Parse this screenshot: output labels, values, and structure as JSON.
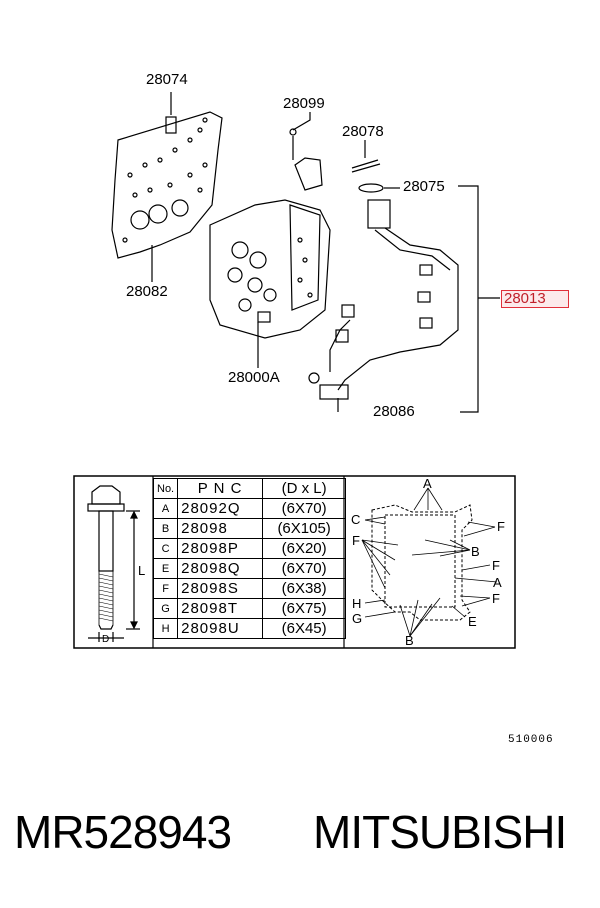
{
  "callouts": {
    "c28074": "28074",
    "c28099": "28099",
    "c28078": "28078",
    "c28075": "28075",
    "c28082": "28082",
    "c28013": "28013",
    "c28000a": "28000A",
    "c28086": "28086"
  },
  "table": {
    "headers": [
      "No.",
      "P N C",
      "(D x L)"
    ],
    "rows": [
      {
        "no": "A",
        "pnc": "28092Q",
        "dl": "(6X70)"
      },
      {
        "no": "B",
        "pnc": "28098",
        "dl": "(6X105)"
      },
      {
        "no": "C",
        "pnc": "28098P",
        "dl": "(6X20)"
      },
      {
        "no": "E",
        "pnc": "28098Q",
        "dl": "(6X70)"
      },
      {
        "no": "F",
        "pnc": "28098S",
        "dl": "(6X38)"
      },
      {
        "no": "G",
        "pnc": "28098T",
        "dl": "(6X75)"
      },
      {
        "no": "H",
        "pnc": "28098U",
        "dl": "(6X45)"
      }
    ]
  },
  "bolt_labels": {
    "length": "L",
    "diameter": "D"
  },
  "locator_labels": {
    "a_top": "A",
    "c": "C",
    "f_left": "F",
    "b_mid": "B",
    "f_right_top": "F",
    "f_right_mid": "F",
    "a_right": "A",
    "f_right_low": "F",
    "h": "H",
    "g": "G",
    "e": "E",
    "b_bottom": "B"
  },
  "diagram_code": "510006",
  "footer": {
    "part_number": "MR528943",
    "brand": "MITSUBISHI"
  },
  "colors": {
    "highlight": "#e0303a",
    "line": "#000000"
  }
}
